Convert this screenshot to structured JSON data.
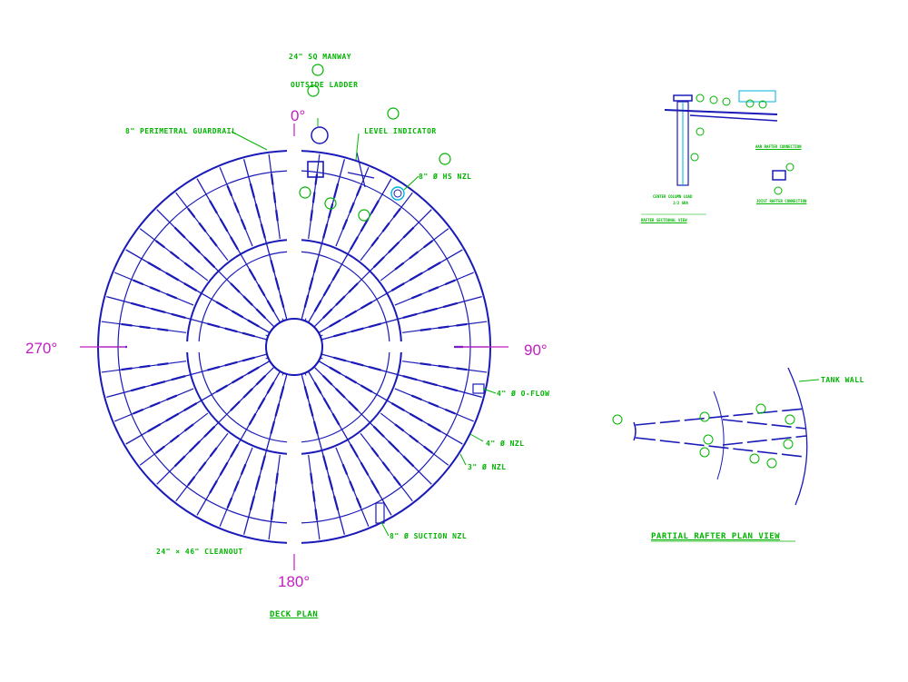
{
  "colors": {
    "blue": "#1a1ab8",
    "green": "#00b400",
    "magenta": "#c01ec0",
    "cyan": "#00b0e0",
    "white": "#ffffff"
  },
  "deck_plan": {
    "title": "DECK PLAN",
    "angles": {
      "top": "0°",
      "right": "90°",
      "bottom": "180°",
      "left": "270°"
    },
    "callouts": {
      "manway": "24\" SQ MANWAY",
      "outside_ladder": "OUTSIDE LADDER",
      "guardrail": "8\" PERIMETRAL GUARDRAIL",
      "level_indicator": "LEVEL INDICATOR",
      "hs_nozzle": "8\" Ø HS NZL",
      "overflow": "4\" Ø O-FLOW",
      "nozzle_4": "4\" Ø NZL",
      "nozzle_3": "3\" Ø NZL",
      "suction": "8\" Ø SUCTION NZL",
      "cleanout": "24\" × 46\" CLEANOUT"
    }
  },
  "rafter_section": {
    "title": "RAFTER SECTIONAL VIEW",
    "center_column": "CENTER COLUMN LOAD",
    "center_column_sub": "1/2 GRA",
    "detail_a": "AAR RAFTER CONNECTION",
    "detail_b": "JOIST RAFTER CONNECTION"
  },
  "partial_plan": {
    "title": "PARTIAL RAFTER PLAN VIEW",
    "tank_wall": "TANK WALL"
  }
}
